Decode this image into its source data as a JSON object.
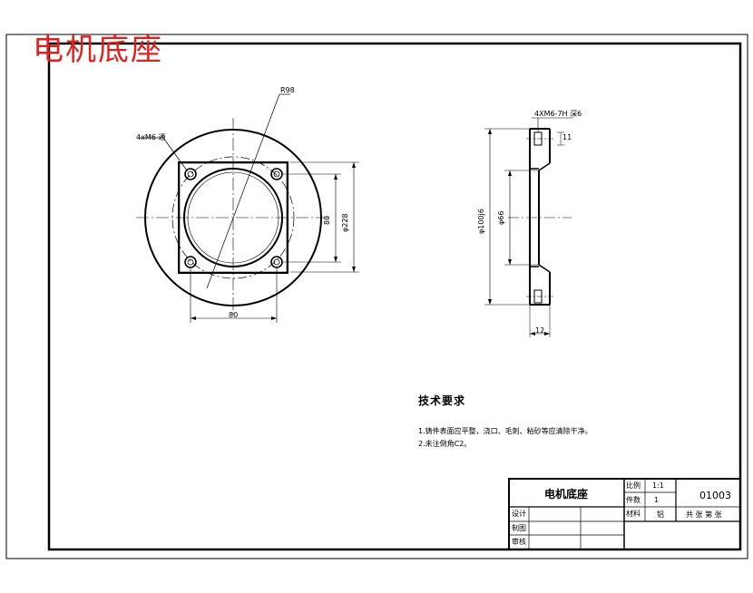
{
  "drawing": {
    "big_title": "电机底座",
    "front_view": {
      "hole_note": "4xM6 通",
      "diameter_label": "R98",
      "dim_bottom": "80",
      "dim_right_inner": "80",
      "dim_right_outer": "φ228"
    },
    "side_view": {
      "thread_note": "4XM6-7H 深6",
      "small_dim": "11",
      "dim_outer": "φ100j6",
      "dim_inner": "φ66",
      "dim_thickness": "12"
    },
    "tech_requirements": {
      "heading": "技术要求",
      "items": [
        "1.铸件表面应平整，浇口、毛刺、粘砂等应清除干净。",
        "2.未注倒角C2。"
      ]
    },
    "title_block": {
      "part_name": "电机底座",
      "scale_label": "比例",
      "scale_value": "1:1",
      "qty_label": "件数",
      "qty_value": "1",
      "material_label": "材料",
      "material_value": "铝",
      "drawing_no": "01003",
      "sheet_info": "共 张 第 张",
      "design_label": "设计",
      "draw_label": "制图",
      "review_label": "审核"
    }
  }
}
